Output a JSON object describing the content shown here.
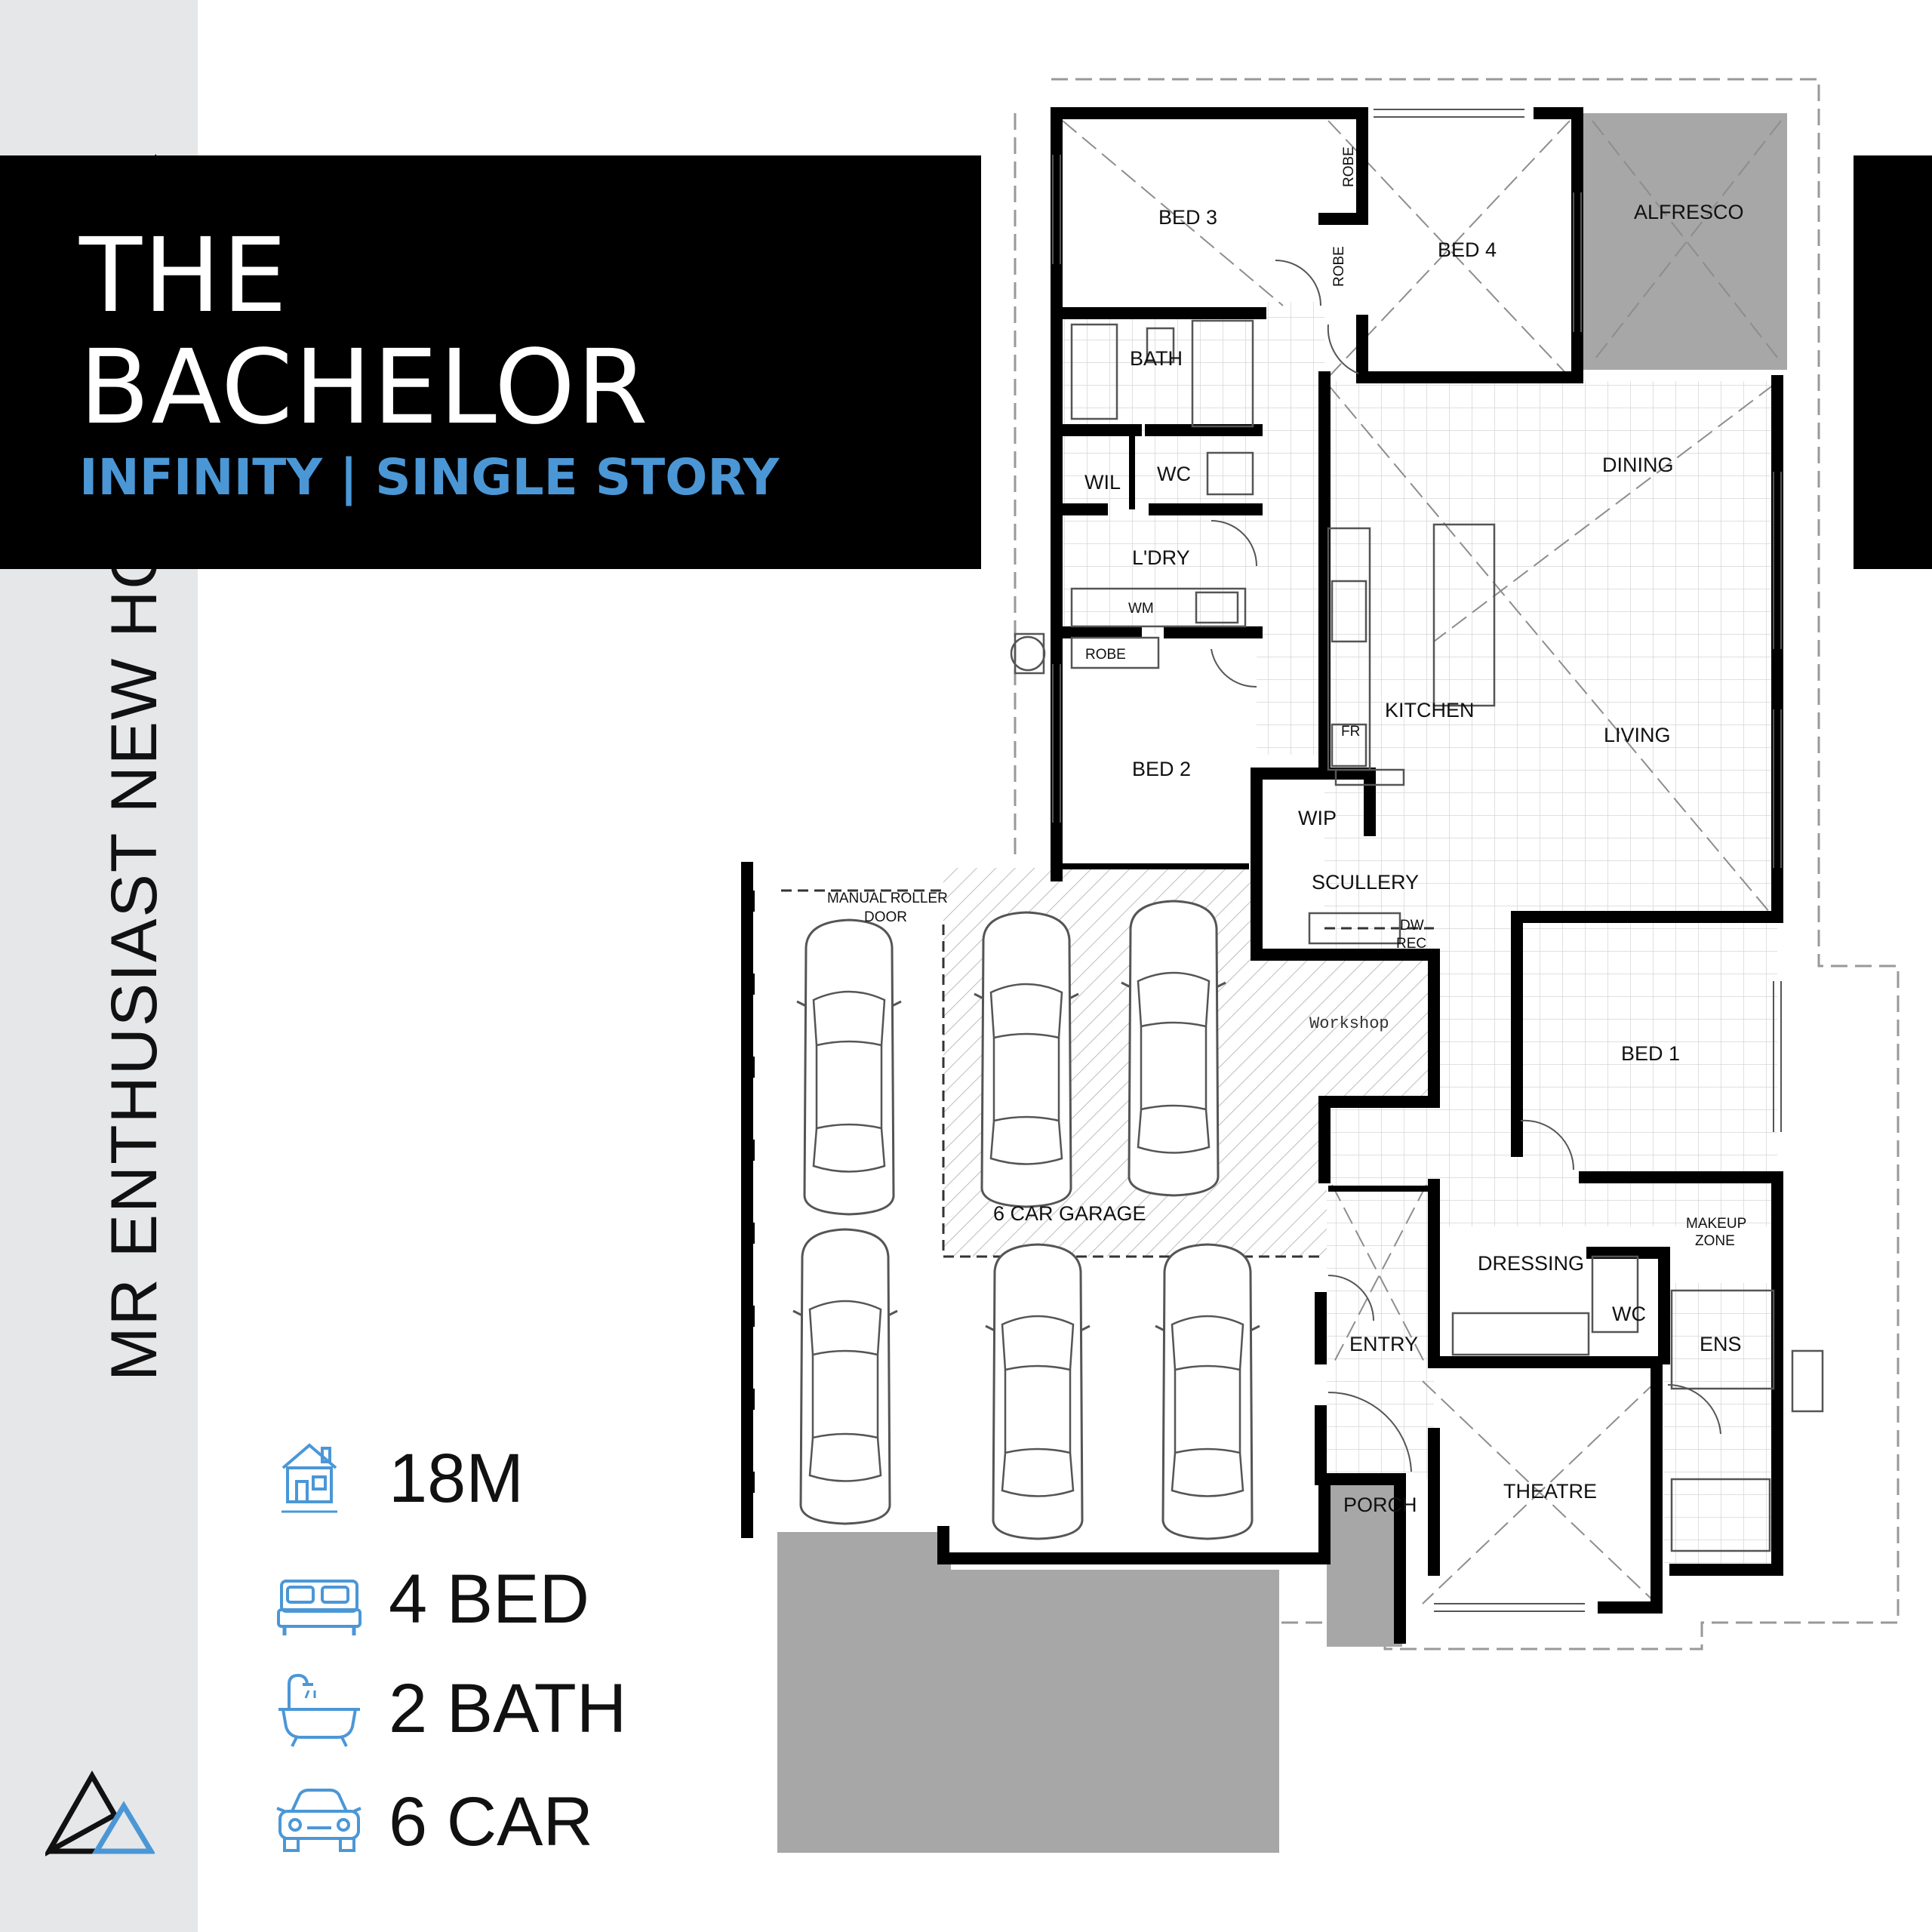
{
  "title": {
    "line1": "THE",
    "line2": "BACHELOR",
    "subtitle": "INFINITY | SINGLE STORY"
  },
  "brand": {
    "vertical_text": "MR ENTHUSIAST NEW HOMES BY NIK",
    "logo_icon": "triangle-logo-icon"
  },
  "colors": {
    "accent": "#4b97d6",
    "band": "#000000",
    "sidebar": "#e6e7e9",
    "outdoor": "#a7a7a7"
  },
  "stats": [
    {
      "icon": "house-width-icon",
      "text": "18M"
    },
    {
      "icon": "bed-icon",
      "text": "4 BED"
    },
    {
      "icon": "bath-icon",
      "text": "2 BATH"
    },
    {
      "icon": "car-icon",
      "text": "6 CAR"
    }
  ],
  "rooms": {
    "bed3": "BED 3",
    "bed4": "BED 4",
    "alfresco": "ALFRESCO",
    "robe_a": "ROBE",
    "robe_b": "ROBE",
    "bath": "BATH",
    "wil": "WIL",
    "wc1": "WC",
    "laundry": "L'DRY",
    "wm": "WM",
    "robe_c": "ROBE",
    "dining": "DINING",
    "kitchen": "KITCHEN",
    "fr": "FR",
    "living": "LIVING",
    "bed2": "BED 2",
    "wip": "WIP",
    "scullery": "SCULLERY",
    "dw": "DW",
    "rec": "REC",
    "roller_door_1": "MANUAL ROLLER",
    "roller_door_2": "DOOR",
    "workshop": "Workshop",
    "bed1": "BED 1",
    "garage": "6 CAR GARAGE",
    "dressing": "DRESSING",
    "makeup_1": "MAKEUP",
    "makeup_2": "ZONE",
    "wc2": "WC",
    "ens": "ENS",
    "entry": "ENTRY",
    "theatre": "THEATRE",
    "porch": "PORCH"
  }
}
